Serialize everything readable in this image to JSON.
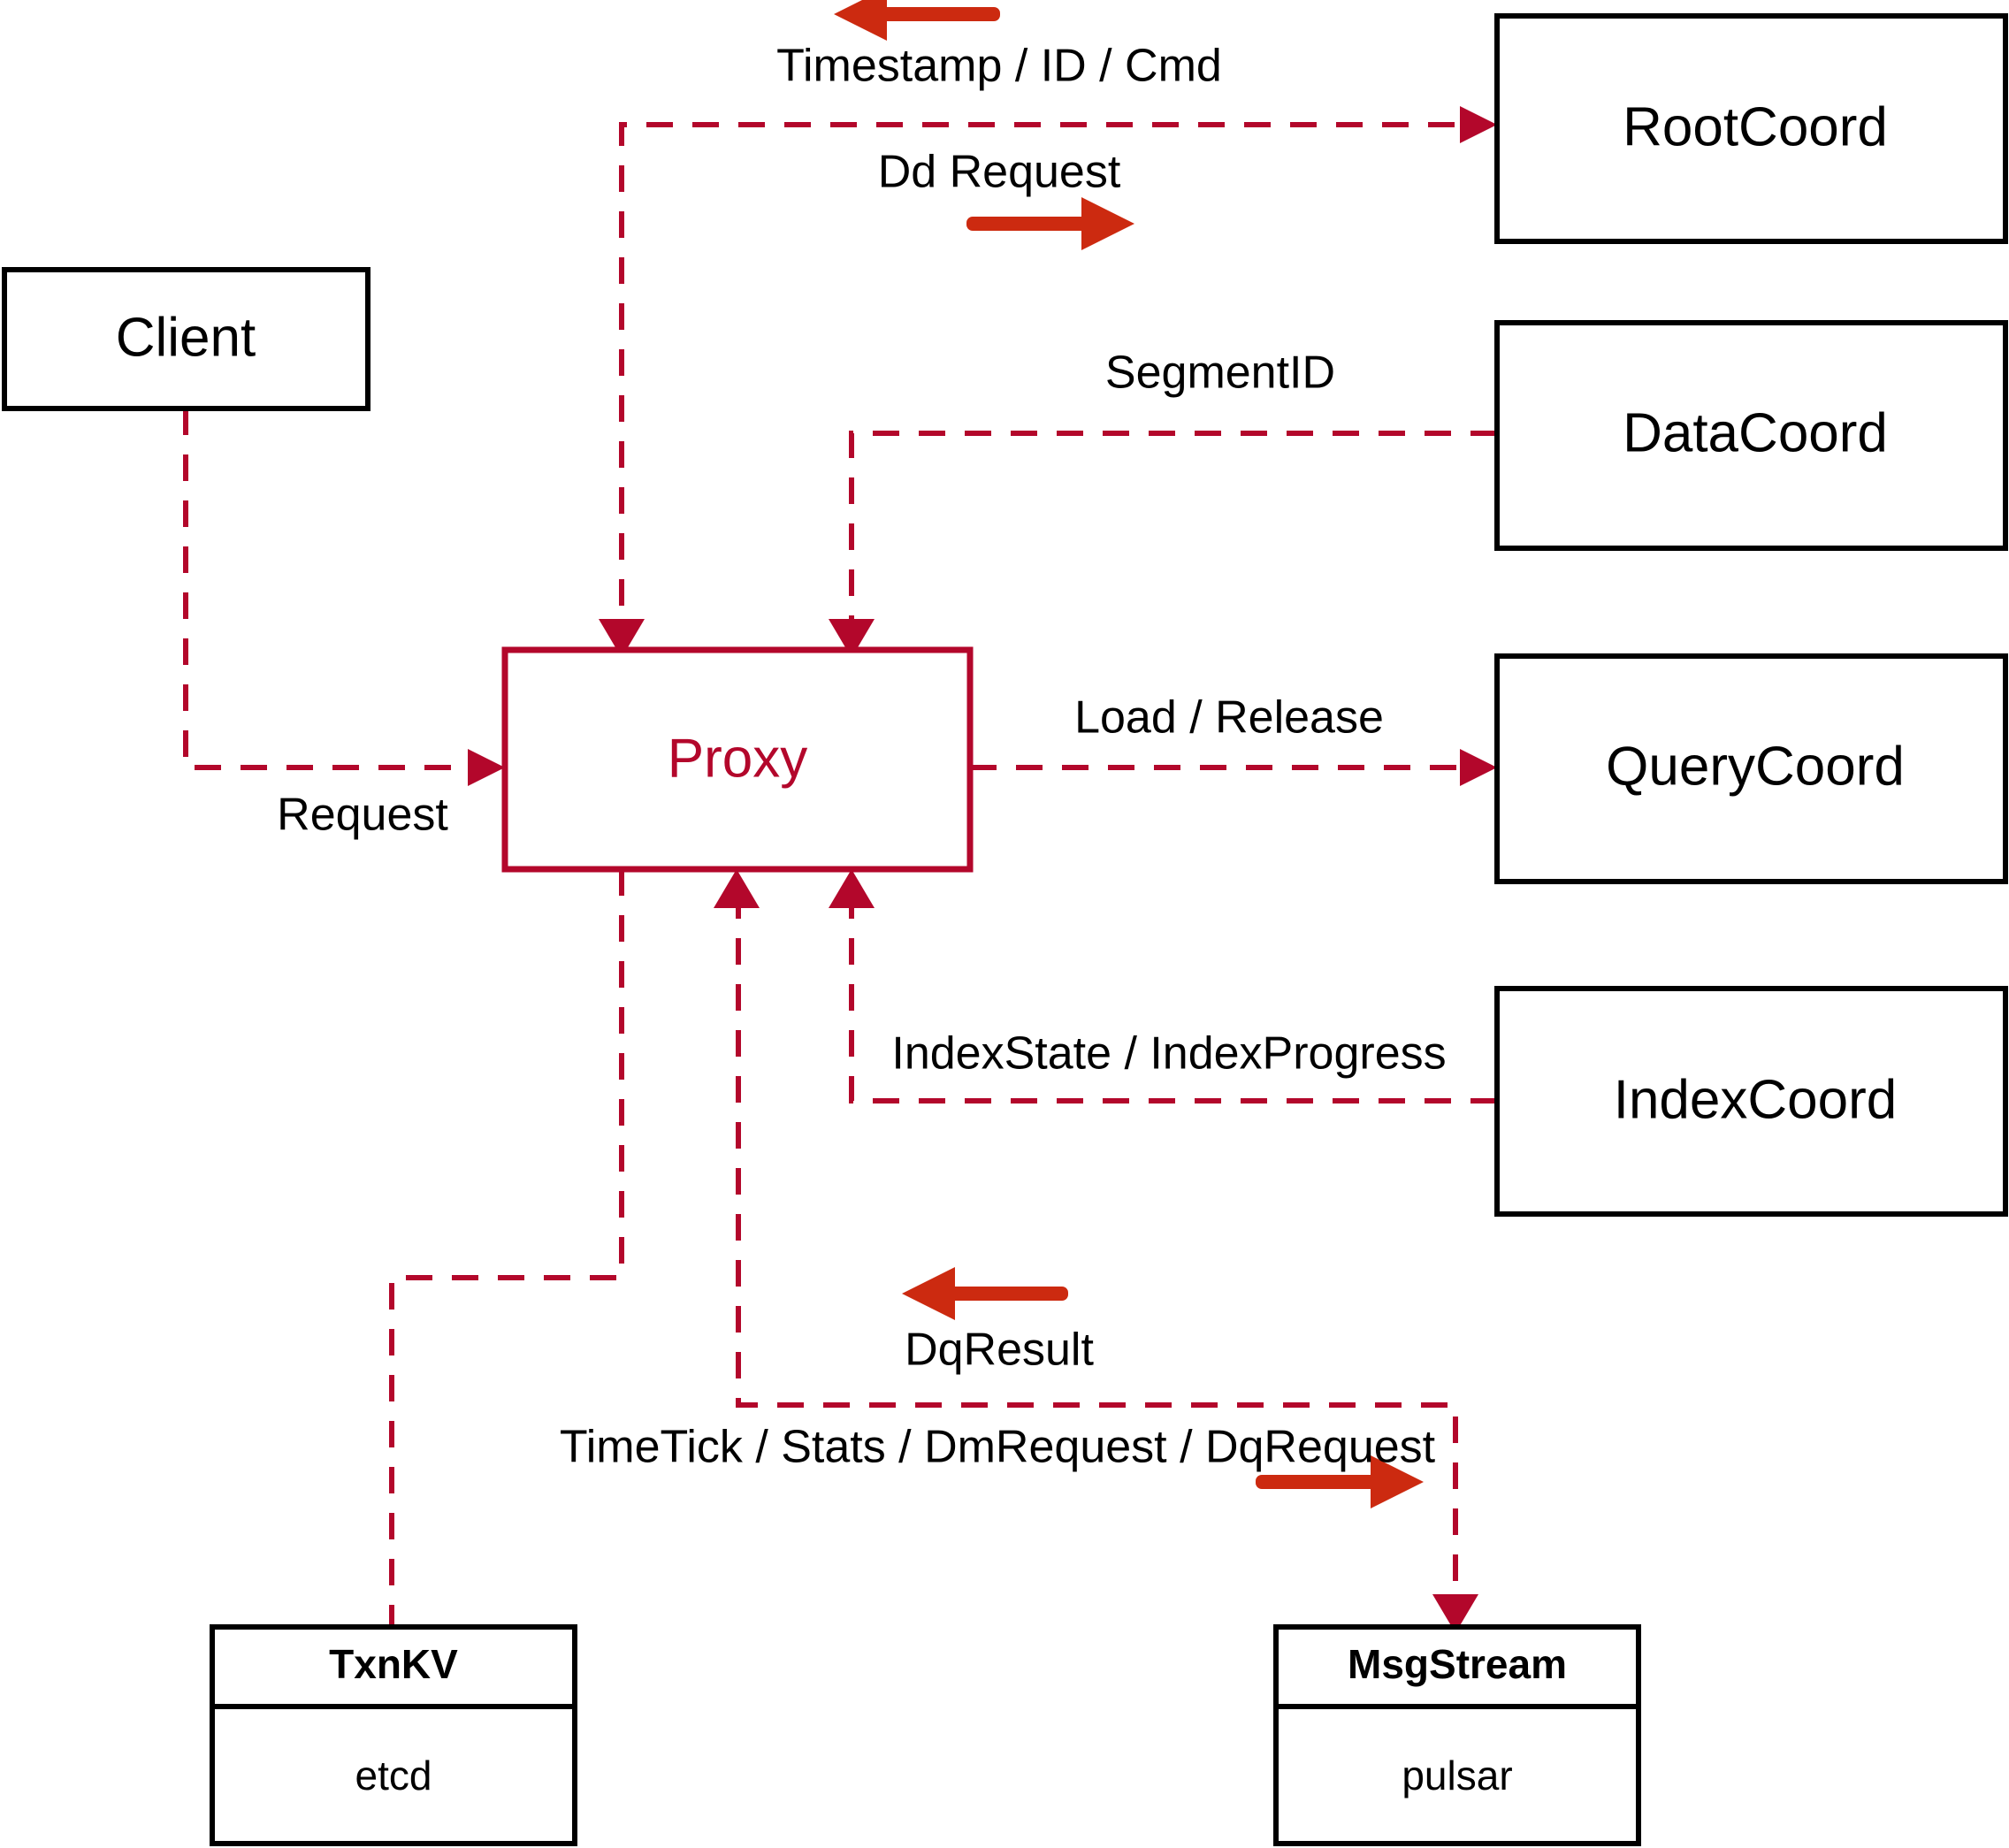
{
  "diagram": {
    "title": "Proxy component interaction diagram",
    "colors": {
      "flow_red": "#B3072B",
      "direction_arrow_red": "#CC2A10",
      "node_border": "#000000",
      "background": "#FFFFFF"
    }
  },
  "nodes": {
    "client": {
      "label": "Client"
    },
    "proxy": {
      "label": "Proxy"
    },
    "root_coord": {
      "label": "RootCoord"
    },
    "data_coord": {
      "label": "DataCoord"
    },
    "query_coord": {
      "label": "QueryCoord"
    },
    "index_coord": {
      "label": "IndexCoord"
    },
    "txnkv": {
      "title": "TxnKV",
      "impl": "etcd"
    },
    "msgstream": {
      "title": "MsgStream",
      "impl": "pulsar"
    }
  },
  "edges": [
    {
      "id": "timestamp-id-cmd",
      "label": "Timestamp / ID / Cmd",
      "from": "RootCoord",
      "to": "Proxy",
      "direction": "left"
    },
    {
      "id": "dd-request",
      "label": "Dd Request",
      "from": "Proxy",
      "to": "RootCoord",
      "direction": "right"
    },
    {
      "id": "segment-id",
      "label": "SegmentID",
      "from": "DataCoord",
      "to": "Proxy",
      "direction": "left"
    },
    {
      "id": "request",
      "label": "Request",
      "from": "Client",
      "to": "Proxy",
      "direction": "right"
    },
    {
      "id": "load-release",
      "label": "Load / Release",
      "from": "Proxy",
      "to": "QueryCoord",
      "direction": "right"
    },
    {
      "id": "index-state-progress",
      "label": "IndexState / IndexProgress",
      "from": "IndexCoord",
      "to": "Proxy",
      "direction": "left"
    },
    {
      "id": "dq-result",
      "label": "DqResult",
      "from": "MsgStream",
      "to": "Proxy",
      "direction": "left"
    },
    {
      "id": "timetick-stats-dm-dq",
      "label": "TimeTick / Stats / DmRequest / DqRequest",
      "from": "Proxy",
      "to": "MsgStream",
      "direction": "right"
    },
    {
      "id": "proxy-txnkv",
      "label": "",
      "from": "Proxy",
      "to": "TxnKV",
      "direction": "none"
    }
  ]
}
